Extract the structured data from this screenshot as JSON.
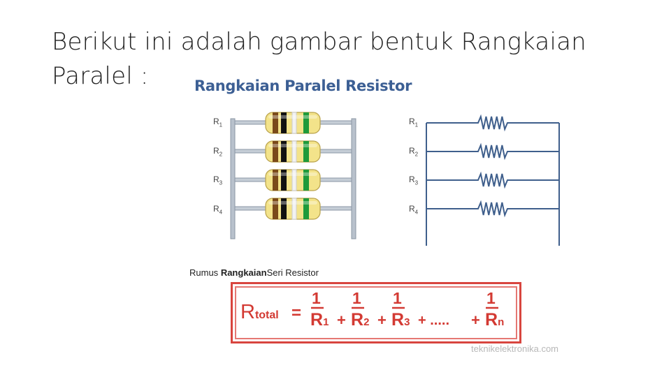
{
  "slide": {
    "title": "Berikut ini adalah gambar bentuk Rangkaian Paralel :"
  },
  "figure": {
    "title": "Rangkaian Paralel Resistor",
    "resistor_labels": [
      "R",
      "R",
      "R",
      "R"
    ],
    "resistor_subscripts": [
      "1",
      "2",
      "3",
      "4"
    ],
    "band_colors": [
      "#7a4a1a",
      "#111111",
      "#f2f2f2",
      "#1f9a3a"
    ],
    "body_color": "#f3e38a",
    "wire_color_left": "#9aa7b5",
    "wire_color_right": "#3f5f8c"
  },
  "formula": {
    "caption_prefix": "Rumus",
    "caption_bold": "Rangkaian",
    "caption_suffix": "Seri Resistor",
    "lhs_main": "R",
    "lhs_sub": "total",
    "equals": "=",
    "one": "1",
    "terms": [
      {
        "prefix": "",
        "r": "R",
        "sub": "1"
      },
      {
        "prefix": "+",
        "r": "R",
        "sub": "2"
      },
      {
        "prefix": "+",
        "r": "R",
        "sub": "3"
      },
      {
        "prefix": "+",
        "r": "R",
        "sub": "n"
      }
    ],
    "dots": "+ .....",
    "accent_color": "#d33a33"
  },
  "watermark": "teknikelektronika.com"
}
